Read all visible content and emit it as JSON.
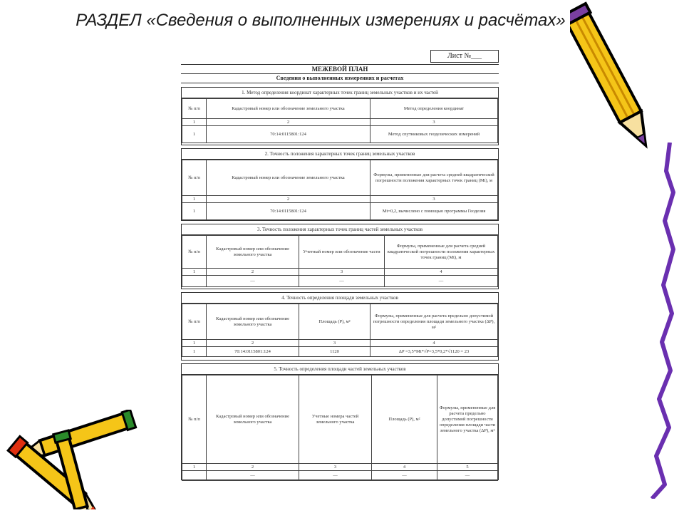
{
  "slide": {
    "title": "РАЗДЕЛ «Сведения о выполненных измерениях и расчётах»"
  },
  "document": {
    "sheet_no": "Лист №___",
    "title": "МЕЖЕВОЙ ПЛАН",
    "subtitle": "Сведения о выполненных измерениях и расчетах",
    "sections": [
      {
        "heading": "1. Метод определения координат характерных точек границ земельных участков и их частей",
        "columns": [
          "№ п/п",
          "Кадастровый номер или обозначение земельного участка",
          "Метод определения координат"
        ],
        "numbers": [
          "1",
          "2",
          "3"
        ],
        "rows": [
          [
            "1",
            "70:14:0115801:124",
            "Метод спутниковых геодезических измерений"
          ]
        ]
      },
      {
        "heading": "2. Точность положения характерных точек границ земельных участков",
        "columns": [
          "№ п/п",
          "Кадастровый номер или обозначение земельного участка",
          "Формулы, примененные для расчета средней квадратической погрешности положения характерных точек границ (Mt), м"
        ],
        "numbers": [
          "1",
          "2",
          "3"
        ],
        "rows": [
          [
            "1",
            "70:14:0115801:124",
            "Mt=0,2, вычислено с помощью программы Геодезия"
          ]
        ]
      },
      {
        "heading": "3. Точность положения характерных точек границ частей земельных участков",
        "columns": [
          "№ п/п",
          "Кадастровый номер или обозначение земельного участка",
          "Учетный номер или обозначение части",
          "Формулы, примененные для расчета средней квадратической погрешности положения характерных точек границ (Mt), м"
        ],
        "numbers": [
          "1",
          "2",
          "3",
          "4"
        ],
        "rows": [
          [
            "",
            "—",
            "—",
            "—"
          ]
        ]
      },
      {
        "heading": "4. Точность определения площади земельных участков",
        "columns": [
          "№ п/п",
          "Кадастровый номер или обозначение земельного участка",
          "Площадь (P), м²",
          "Формулы, примененные для расчета предельно допустимой погрешности определения площади земельного участка (ΔР), м²"
        ],
        "numbers": [
          "1",
          "2",
          "3",
          "4"
        ],
        "rows": [
          [
            "1",
            "70:14:0115801:124",
            "1120",
            "ΔP =3,5*Mt*√P=3,5*0,2*√1120 = 23"
          ]
        ]
      },
      {
        "heading": "5. Точность определения площади частей земельных участков",
        "columns": [
          "№ п/п",
          "Кадастровый номер или обозначение земельного участка",
          "Учетные номера частей земельного участка",
          "Площадь (P), м²",
          "Формулы, примененные для расчета предельно допустимой погрешности определения площади части земельного участка (ΔР), м²"
        ],
        "numbers": [
          "1",
          "2",
          "3",
          "4",
          "5"
        ],
        "rows": [
          [
            "",
            "—",
            "—",
            "—",
            "—"
          ]
        ]
      }
    ]
  },
  "colors": {
    "pencil_body": "#f5c518",
    "pencil_outline": "#000000",
    "pencil_tip": "#e03010",
    "pencil_eraser": "#7a3fa0",
    "pencil_band": "#2a8a2a",
    "zigzag": "#6a2fb0"
  }
}
